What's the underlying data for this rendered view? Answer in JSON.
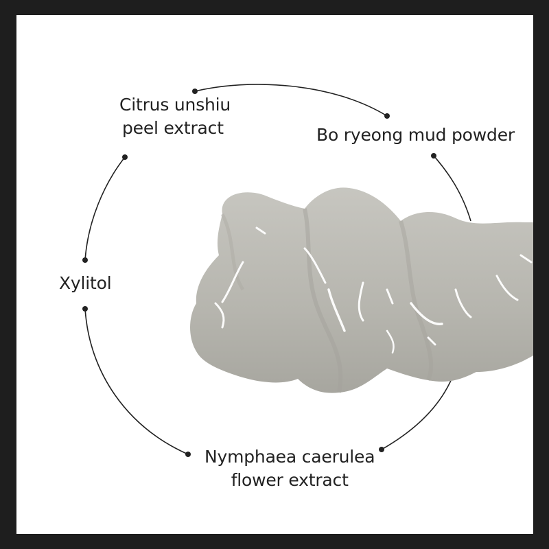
{
  "ingredients": {
    "citrus": {
      "line1": "Citrus unshiu",
      "line2": "peel extract"
    },
    "mud": {
      "label": "Bo ryeong mud powder"
    },
    "xylitol": {
      "label": "Xylitol"
    },
    "nymphaea": {
      "line1": "Nymphaea caerulea",
      "line2": "flower extract"
    }
  },
  "colors": {
    "background_border": "#1e1e1e",
    "panel": "#ffffff",
    "ring_line": "#222222",
    "cream": "#b8b7b1"
  }
}
